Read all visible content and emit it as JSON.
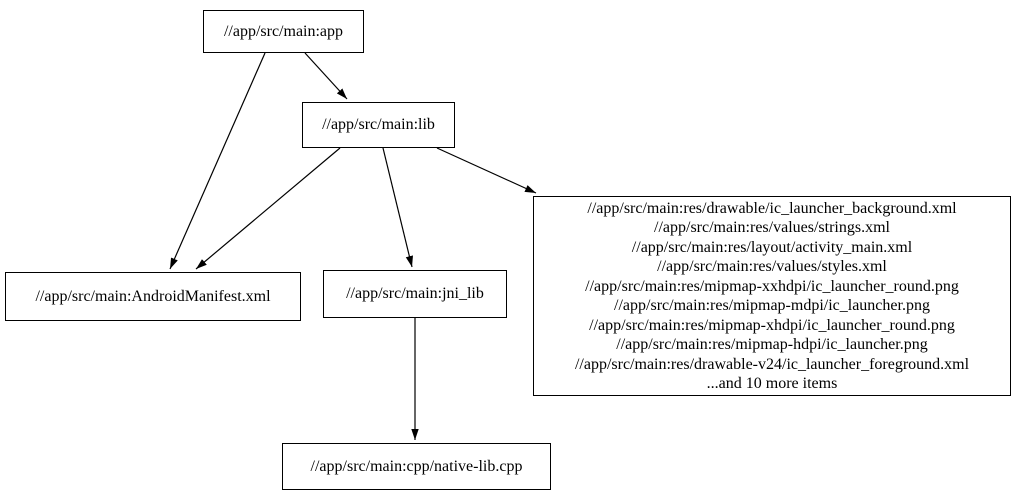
{
  "diagram": {
    "type": "dependency-graph",
    "description": "Build target dependency graph for an Android app module",
    "colors": {
      "background": "#ffffff",
      "node_fill": "#ffffff",
      "node_border": "#000000",
      "edge": "#000000",
      "text": "#000000"
    },
    "nodes": {
      "app": {
        "label": "//app/src/main:app"
      },
      "lib": {
        "label": "//app/src/main:lib"
      },
      "manifest": {
        "label": "//app/src/main:AndroidManifest.xml"
      },
      "jni_lib": {
        "label": "//app/src/main:jni_lib"
      },
      "res_group": {
        "lines": [
          "//app/src/main:res/drawable/ic_launcher_background.xml",
          "//app/src/main:res/values/strings.xml",
          "//app/src/main:res/layout/activity_main.xml",
          "//app/src/main:res/values/styles.xml",
          "//app/src/main:res/mipmap-xxhdpi/ic_launcher_round.png",
          "//app/src/main:res/mipmap-mdpi/ic_launcher.png",
          "//app/src/main:res/mipmap-xhdpi/ic_launcher_round.png",
          "//app/src/main:res/mipmap-hdpi/ic_launcher.png",
          "//app/src/main:res/drawable-v24/ic_launcher_foreground.xml",
          "...and 10 more items"
        ]
      },
      "native_lib": {
        "label": "//app/src/main:cpp/native-lib.cpp"
      }
    },
    "edges": [
      {
        "from": "app",
        "to": "lib"
      },
      {
        "from": "app",
        "to": "manifest"
      },
      {
        "from": "lib",
        "to": "manifest"
      },
      {
        "from": "lib",
        "to": "jni_lib"
      },
      {
        "from": "lib",
        "to": "res_group"
      },
      {
        "from": "jni_lib",
        "to": "native_lib"
      }
    ]
  }
}
